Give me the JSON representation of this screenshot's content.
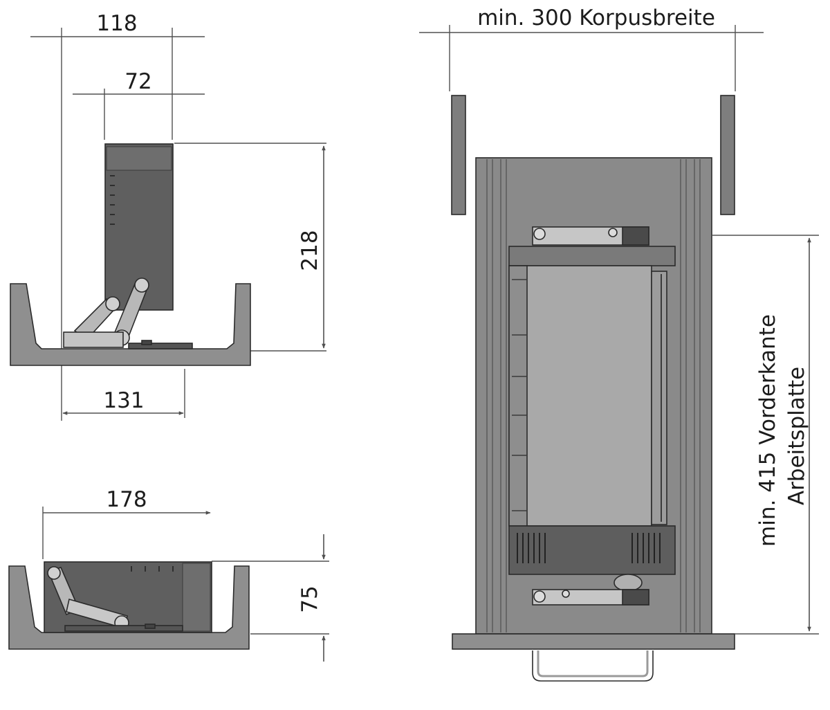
{
  "top_left_view": {
    "dim_width_outer": "118",
    "dim_width_inner": "72",
    "dim_height": "218",
    "dim_bottom": "131"
  },
  "bottom_left_view": {
    "dim_width": "178",
    "dim_height": "75"
  },
  "right_view": {
    "dim_cabinet_width": "min. 300 Korpusbreite",
    "dim_depth_line1": "min. 415 Vorderkante",
    "dim_depth_line2": "Arbeitsplatte"
  },
  "colors": {
    "tray_fill": "#8f8f8f",
    "bin_fill": "#5f5f5f",
    "drawer_fill": "#8a8a8a",
    "bin_light": "#a9a9a9",
    "line": "#505050"
  }
}
